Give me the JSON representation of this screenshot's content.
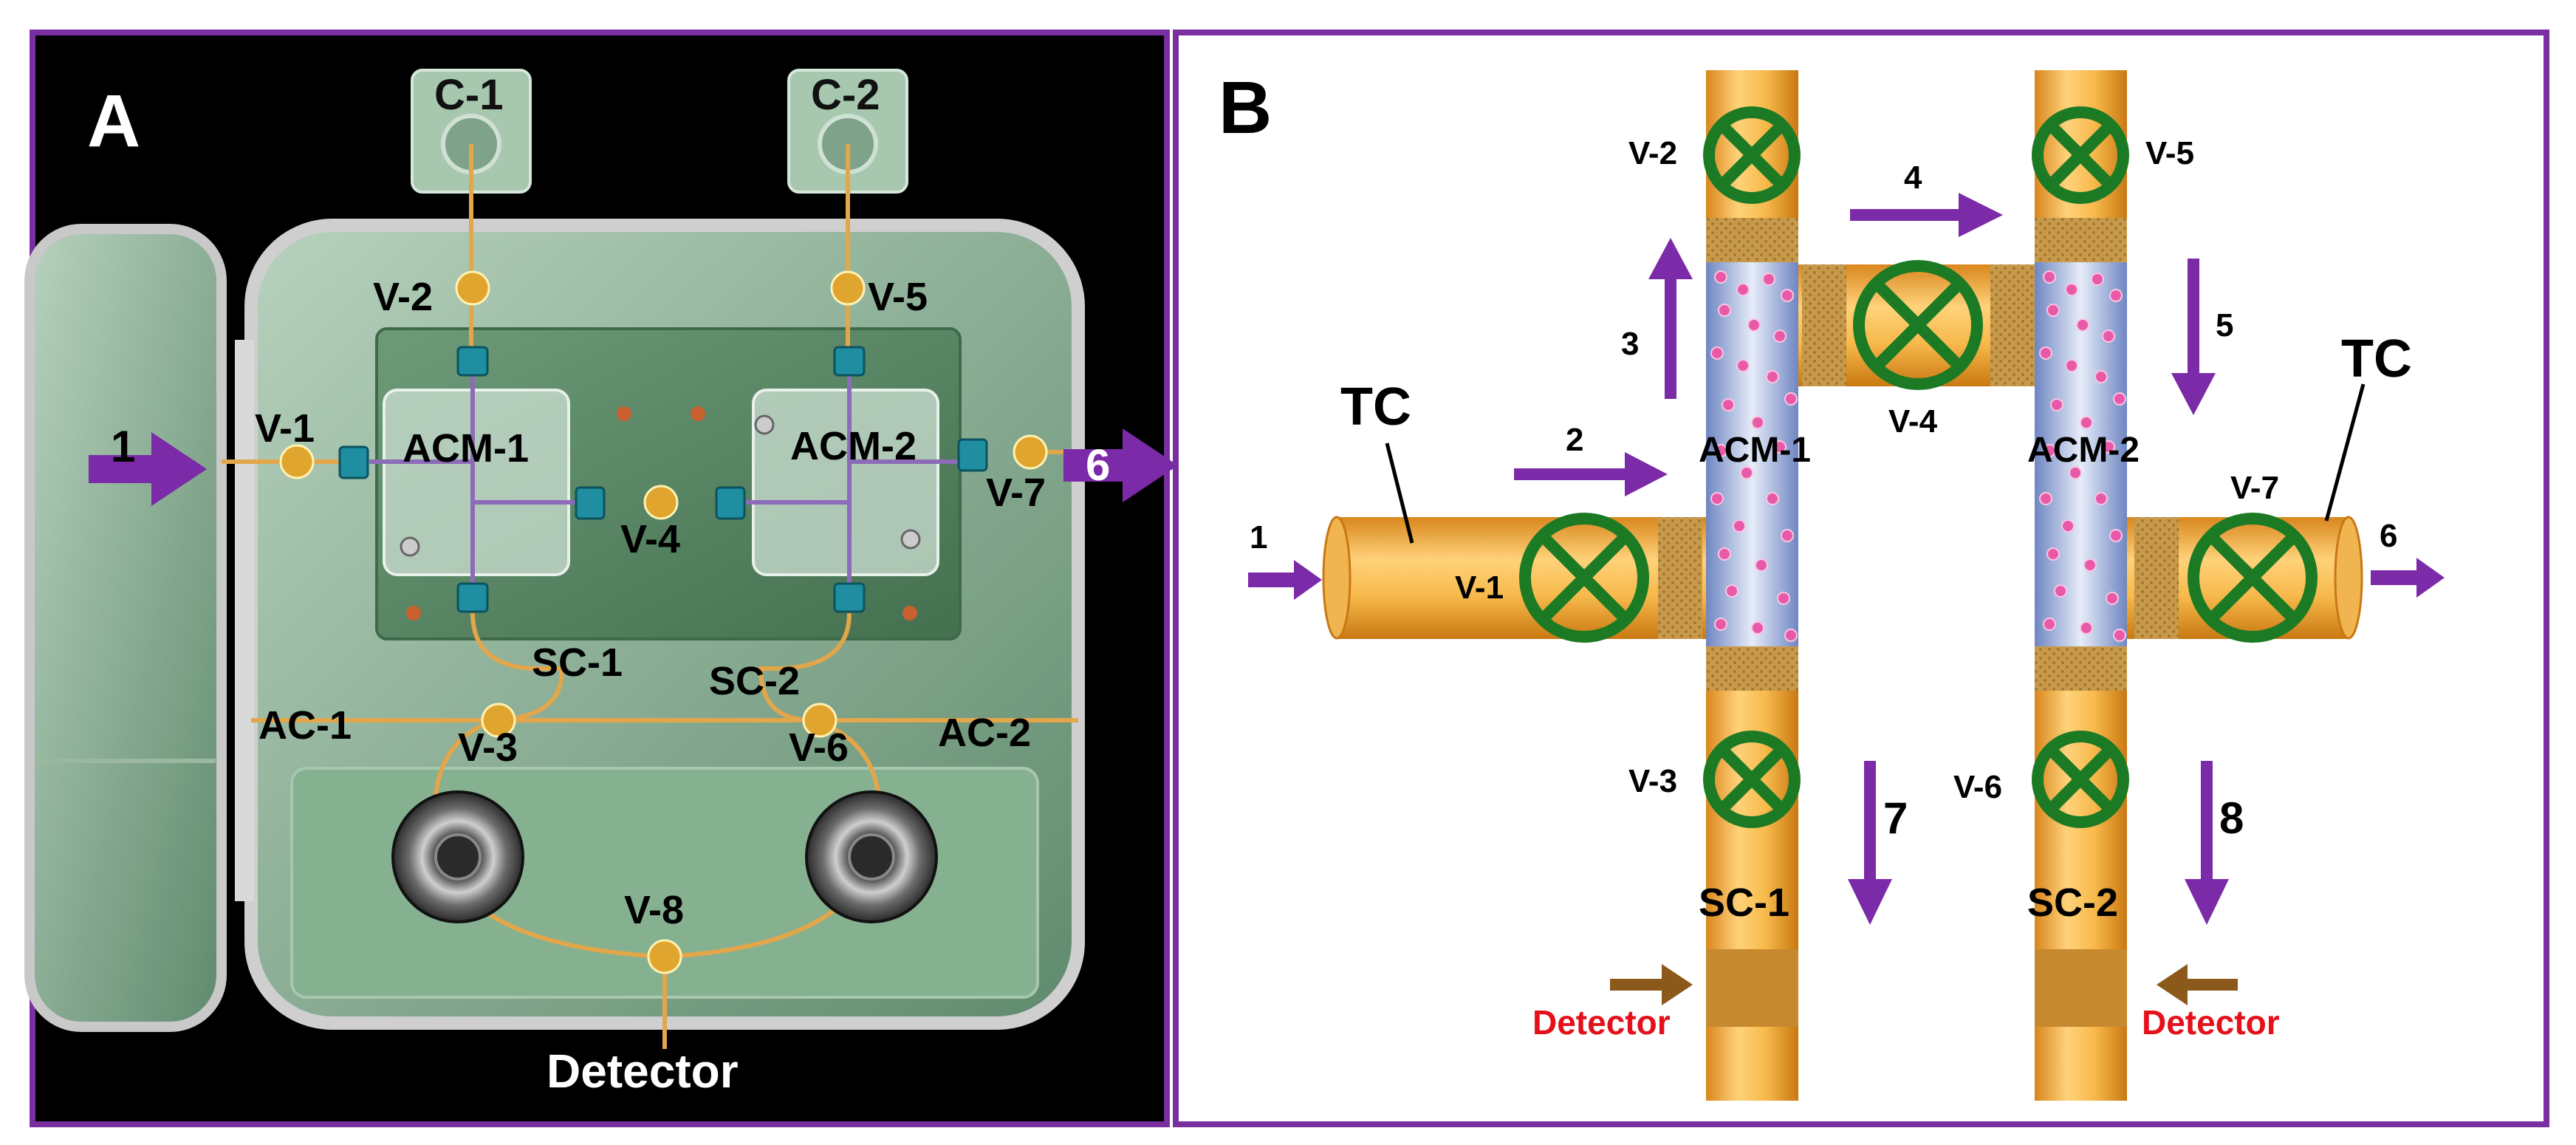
{
  "colors": {
    "panel_border": "#7a2fa0",
    "arrow_purple": "#7b2aa8",
    "tube_orange": "#f2a83a",
    "valve_green": "#1d7a24",
    "detector_red": "#e4101a",
    "detector_arrow": "#8b5a1b",
    "pipe_gold": "#e3a64a",
    "housing_green": "#8fb89a"
  },
  "panel_a": {
    "letter": "A",
    "columns": {
      "c1": "C-1",
      "c2": "C-2"
    },
    "valves": {
      "v1": "V-1",
      "v2": "V-2",
      "v3": "V-3",
      "v4": "V-4",
      "v5": "V-5",
      "v6": "V-6",
      "v7": "V-7",
      "v8": "V-8"
    },
    "modules": {
      "acm1": "ACM-1",
      "acm2": "ACM-2"
    },
    "lines": {
      "sc1": "SC-1",
      "sc2": "SC-2",
      "ac1": "AC-1",
      "ac2": "AC-2"
    },
    "flow": {
      "in": "1",
      "out": "6"
    },
    "detector": "Detector"
  },
  "panel_b": {
    "letter": "B",
    "tc_left": "TC",
    "tc_right": "TC",
    "valves": {
      "v1": "V-1",
      "v2": "V-2",
      "v3": "V-3",
      "v4": "V-4",
      "v5": "V-5",
      "v6": "V-6",
      "v7": "V-7"
    },
    "modules": {
      "acm1": "ACM-1",
      "acm2": "ACM-2"
    },
    "lines": {
      "sc1": "SC-1",
      "sc2": "SC-2"
    },
    "steps": {
      "s1": "1",
      "s2": "2",
      "s3": "3",
      "s4": "4",
      "s5": "5",
      "s6": "6",
      "s7": "7",
      "s8": "8"
    },
    "detector_left": "Detector",
    "detector_right": "Detector"
  }
}
